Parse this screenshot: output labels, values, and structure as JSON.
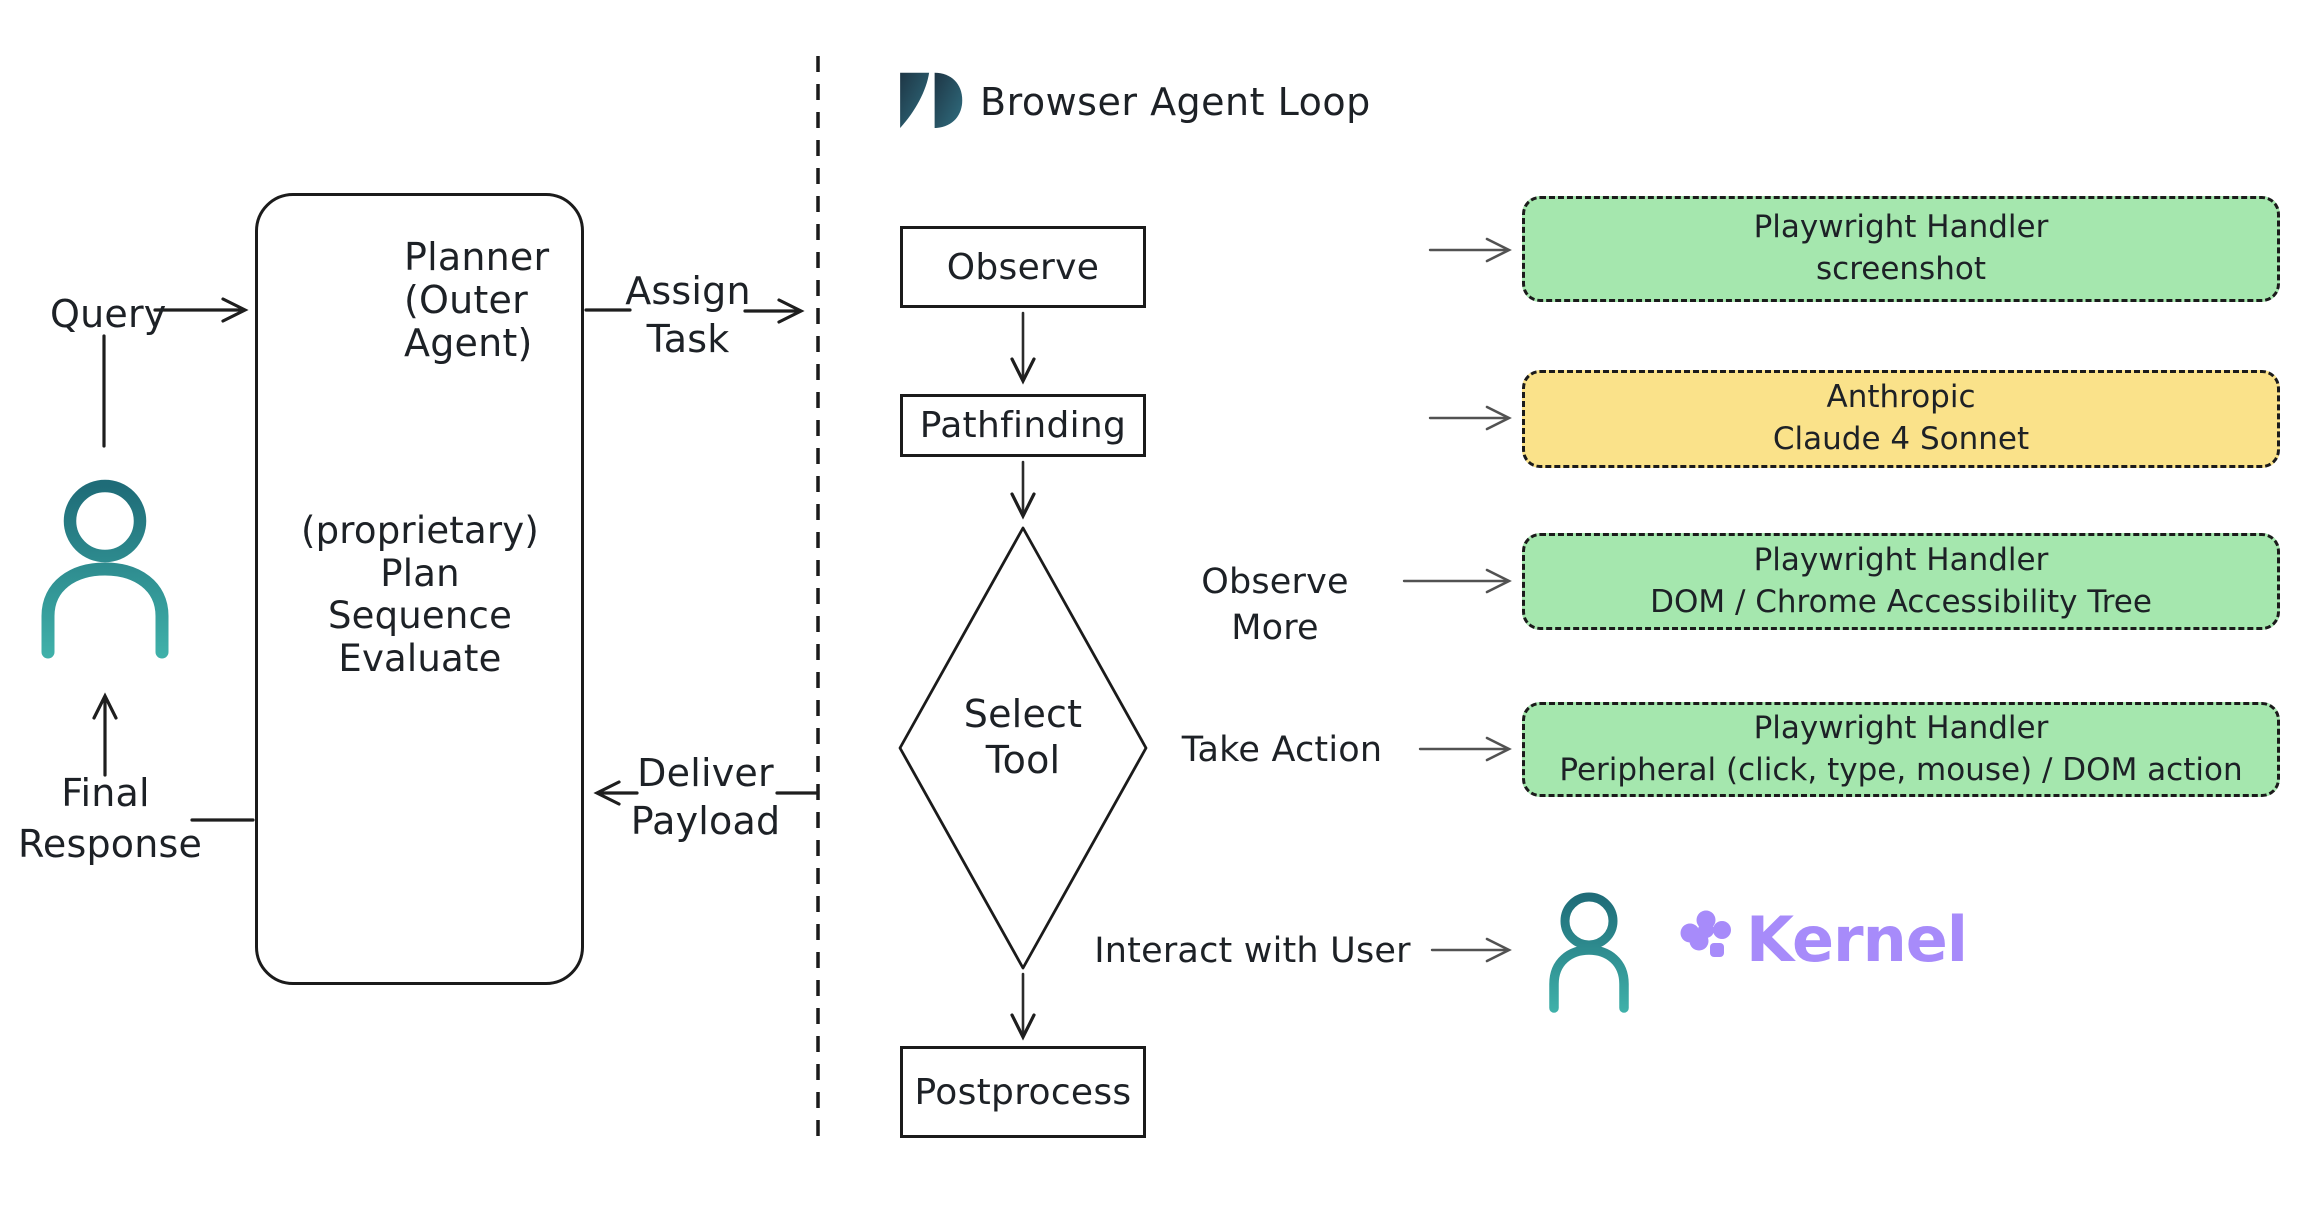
{
  "colors": {
    "handler_green": "#A5E7AE",
    "handler_yellow": "#FAE28A",
    "ink": "#1B1B1B",
    "arrow_gray": "#525252",
    "person_teal_dark": "#1F6C78",
    "person_teal_light": "#3FB0A9",
    "brand_logo_dark": "#1E3645",
    "brand_logo_teal": "#306E80",
    "kernel_purple": "#A78BFA"
  },
  "left": {
    "query_label": "Query",
    "final_response_line1": "Final",
    "final_response_line2": "Response",
    "assign_line1": "Assign",
    "assign_line2": "Task",
    "deliver_line1": "Deliver",
    "deliver_line2": "Payload",
    "planner": {
      "title_line1": "Planner",
      "title_line2": "(Outer",
      "title_line3": "Agent)",
      "body_line1": "(proprietary)",
      "body_line2": "Plan",
      "body_line3": "Sequence",
      "body_line4": "Evaluate"
    }
  },
  "right": {
    "header": "Browser Agent Loop",
    "flow": {
      "observe": "Observe",
      "pathfinding": "Pathfinding",
      "select_line1": "Select",
      "select_line2": "Tool",
      "postprocess": "Postprocess"
    },
    "edges": {
      "observe_more": "Observe More",
      "take_action": "Take Action",
      "interact": "Interact with User"
    },
    "handlers": [
      {
        "line1": "Playwright Handler",
        "line2": "screenshot",
        "color": "green"
      },
      {
        "line1": "Anthropic",
        "line2": "Claude 4 Sonnet",
        "color": "yellow"
      },
      {
        "line1": "Playwright Handler",
        "line2": "DOM / Chrome Accessibility Tree",
        "color": "green"
      },
      {
        "line1": "Playwright Handler",
        "line2": "Peripheral (click, type, mouse) / DOM action",
        "color": "green"
      }
    ],
    "kernel_wordmark": "Kernel"
  }
}
